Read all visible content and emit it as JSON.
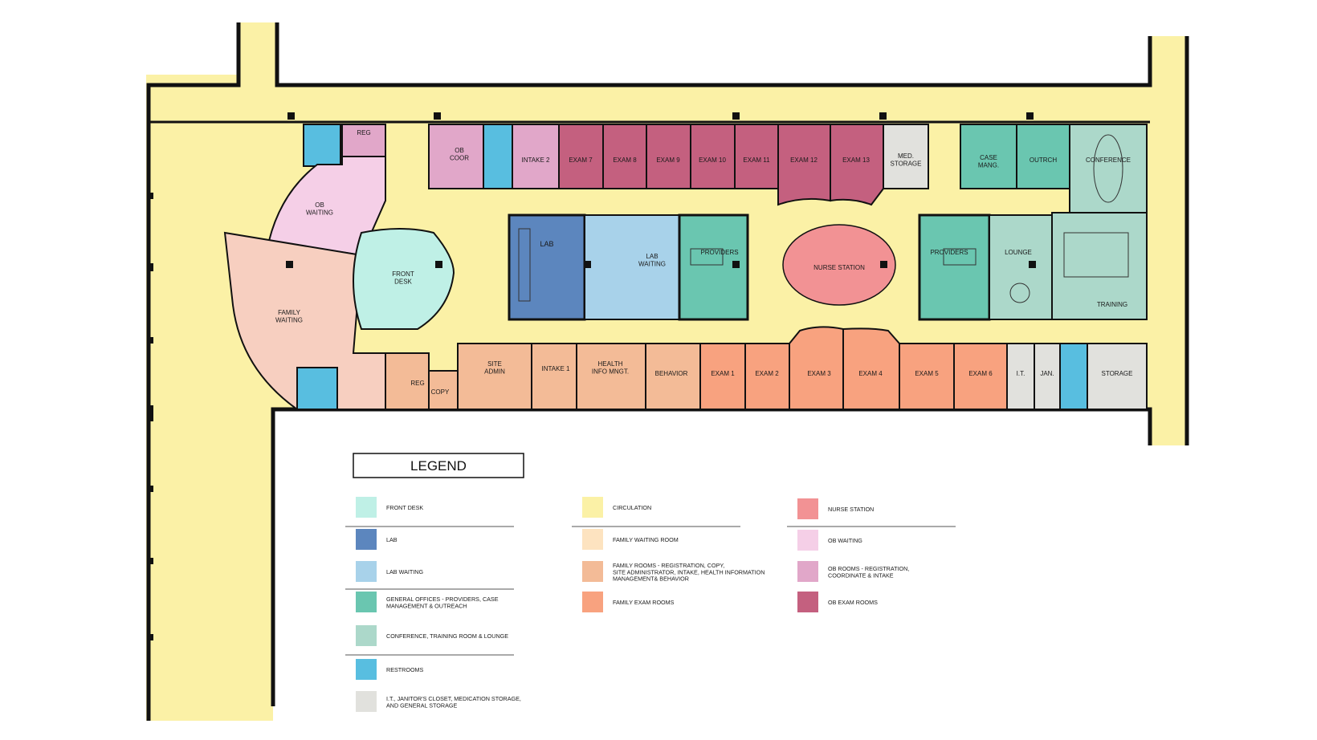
{
  "colors": {
    "circulation": "#fbf1a6",
    "front_desk": "#bff0e6",
    "lab": "#5c86be",
    "lab_waiting": "#a8d2ea",
    "general_offices": "#6ac6b0",
    "conference": "#acd8ca",
    "restroom": "#58bee0",
    "storage": "#e1e1dd",
    "family_waiting_room": "#f7cfc0",
    "family_rooms": "#f3bb97",
    "family_exam": "#f8a27f",
    "nurse_station": "#f29294",
    "ob_waiting": "#f5cfe7",
    "ob_rooms": "#e1a7c9",
    "ob_exam": "#c4607f",
    "wall": "#111111"
  },
  "rooms": {
    "reg_top": "REG",
    "ob_waiting": "OB\nWAITING",
    "ob_coor": "OB\nCOOR",
    "intake_2": "INTAKE 2",
    "exam_7": "EXAM 7",
    "exam_8": "EXAM 8",
    "exam_9": "EXAM 9",
    "exam_10": "EXAM 10",
    "exam_11": "EXAM 11",
    "exam_12": "EXAM 12",
    "exam_13": "EXAM 13",
    "med_storage": "MED.\nSTORAGE",
    "case_mang": "CASE\nMANG.",
    "outrch": "OUTRCH",
    "conference": "CONFERENCE",
    "front_desk": "FRONT\nDESK",
    "lab": "LAB",
    "lab_waiting": "LAB\nWAITING",
    "providers_1": "PROVIDERS",
    "nurse_station": "NURSE STATION",
    "providers_2": "PROVIDERS",
    "lounge": "LOUNGE",
    "training": "TRAINING",
    "family_waiting": "FAMILY\nWAITING",
    "reg_bottom": "REG",
    "copy": "COPY",
    "site_admin": "SITE\nADMIN",
    "intake_1": "INTAKE 1",
    "health_info": "HEALTH\nINFO MNGT.",
    "behavior": "BEHAVIOR",
    "exam_1": "EXAM 1",
    "exam_2": "EXAM 2",
    "exam_3": "EXAM 3",
    "exam_4": "EXAM 4",
    "exam_5": "EXAM 5",
    "exam_6": "EXAM 6",
    "it": "I.T.",
    "jan": "JAN.",
    "storage": "STORAGE"
  },
  "legend": {
    "title": "LEGEND",
    "col1": [
      {
        "label": "FRONT DESK",
        "color": "#bff0e6"
      },
      {
        "label": "LAB",
        "color": "#5c86be"
      },
      {
        "label": "LAB WAITING",
        "color": "#a8d2ea"
      },
      {
        "label": "GENERAL OFFICES - PROVIDERS, CASE\nMANAGEMENT & OUTREACH",
        "color": "#6ac6b0"
      },
      {
        "label": "CONFERENCE, TRAINING ROOM & LOUNGE",
        "color": "#acd8ca"
      },
      {
        "label": "RESTROOMS",
        "color": "#58bee0"
      },
      {
        "label": "I.T., JANITOR'S CLOSET, MEDICATION STORAGE,\nAND GENERAL STORAGE",
        "color": "#e1e1dd"
      }
    ],
    "col2": [
      {
        "label": "CIRCULATION",
        "color": "#fbf1a6"
      },
      {
        "label": "FAMILY WAITING ROOM",
        "color": "#fde3c0"
      },
      {
        "label": "FAMILY ROOMS - REGISTRATION, COPY,\nSITE ADMINISTRATOR, INTAKE, HEALTH INFORMATION\nMANAGEMENT& BEHAVIOR",
        "color": "#f3bb97"
      },
      {
        "label": "FAMILY EXAM ROOMS",
        "color": "#f8a27f"
      }
    ],
    "col3": [
      {
        "label": "NURSE STATION",
        "color": "#f29294"
      },
      {
        "label": "OB WAITING",
        "color": "#f5cfe7"
      },
      {
        "label": "OB ROOMS - REGISTRATION,\nCOORDINATE & INTAKE",
        "color": "#e1a7c9"
      },
      {
        "label": "OB EXAM ROOMS",
        "color": "#c4607f"
      }
    ]
  }
}
